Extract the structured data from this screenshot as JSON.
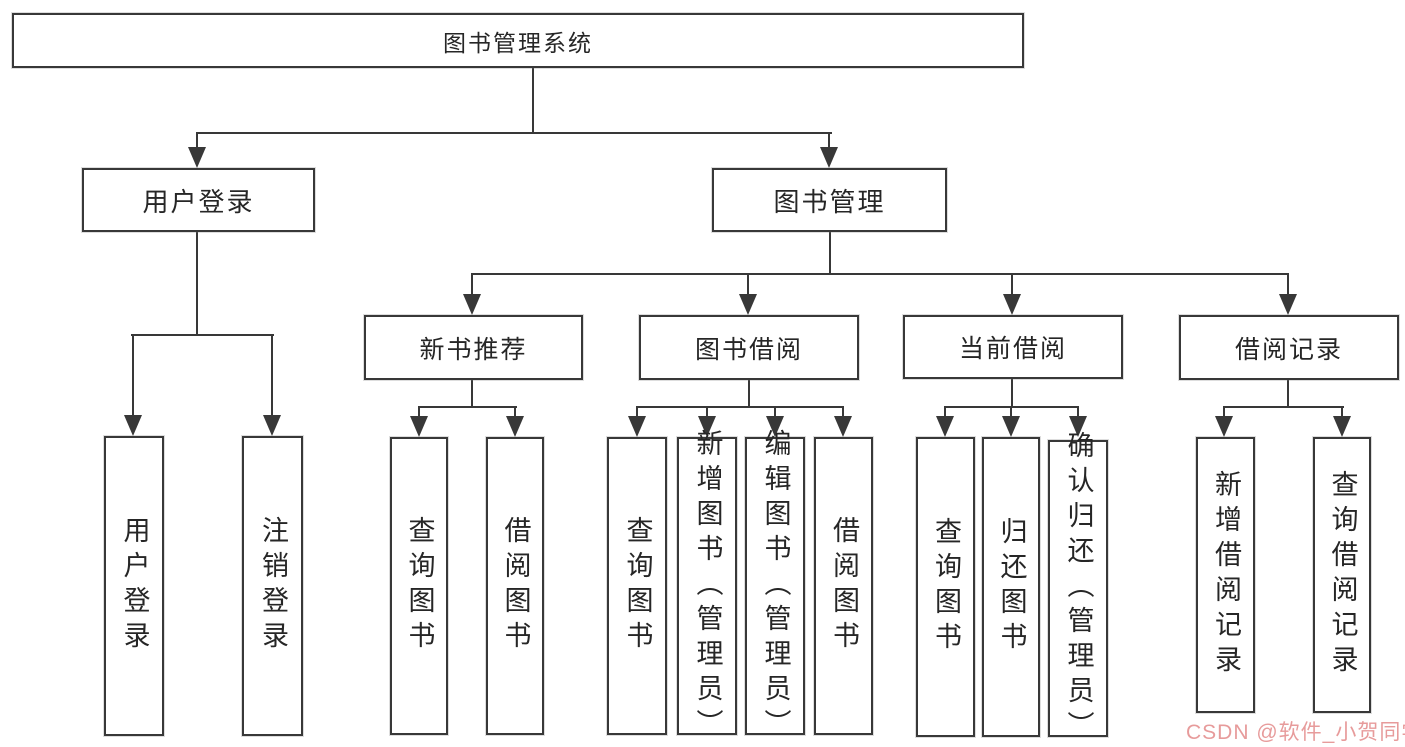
{
  "colors": {
    "line": "#383838",
    "text": "#262626",
    "watermark": "#e79b9b",
    "background": "#ffffff"
  },
  "watermark": {
    "text": "CSDN @软件_小贺同学"
  },
  "tree": {
    "root": {
      "label": "图书管理系统",
      "children": [
        {
          "label": "用户登录",
          "children": [
            {
              "label": "用户登录"
            },
            {
              "label": "注销登录"
            }
          ]
        },
        {
          "label": "图书管理",
          "children": [
            {
              "label": "新书推荐",
              "children": [
                {
                  "label": "查询图书"
                },
                {
                  "label": "借阅图书"
                }
              ]
            },
            {
              "label": "图书借阅",
              "children": [
                {
                  "label": "查询图书"
                },
                {
                  "label": "新增图书（管理员）"
                },
                {
                  "label": "编辑图书（管理员）"
                },
                {
                  "label": "借阅图书"
                }
              ]
            },
            {
              "label": "当前借阅",
              "children": [
                {
                  "label": "查询图书"
                },
                {
                  "label": "归还图书"
                },
                {
                  "label": "确认归还（管理员）"
                }
              ]
            },
            {
              "label": "借阅记录",
              "children": [
                {
                  "label": "新增借阅记录"
                },
                {
                  "label": "查询借阅记录"
                }
              ]
            }
          ]
        }
      ]
    }
  }
}
